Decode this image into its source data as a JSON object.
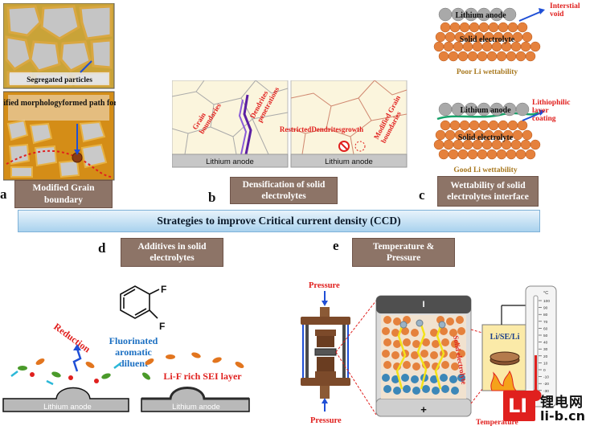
{
  "panels": {
    "a": {
      "letter": "a",
      "caption": "Modified Grain boundary",
      "top_label": "Segregated particles",
      "bottom_label": "Densified morphology formed path for Li⁺"
    },
    "b": {
      "letter": "b",
      "caption": "Densification of solid electrolytes",
      "left_labels": [
        "Grain boundaries",
        "Dendrites penetrations"
      ],
      "right_labels": [
        "Restricted Dendrites growth",
        "Modified Grain boundaries"
      ],
      "anode_label": "Lithium anode"
    },
    "c": {
      "letter": "c",
      "caption": "Wettability of solid electrolytes interface",
      "top_anode": "Lithium anode",
      "top_electrolyte": "Solid electrolyte",
      "interstitial": "Interstial void",
      "poor": "Poor Li wettability",
      "bottom_anode": "Lithium anode",
      "bottom_electrolyte": "Solid electrolyte",
      "lithiophilic": "Lithiophilic layer coating",
      "good": "Good Li wettability"
    },
    "d": {
      "letter": "d",
      "caption": "Additives in solid electrolytes",
      "atom_f1": "F",
      "atom_f2": "F",
      "reduction": "Reduction",
      "diluent": "Fluorinated aromatic diluent",
      "sei": "Li-F rich SEI layer",
      "anode_label": "Lithium anode"
    },
    "e": {
      "letter": "e",
      "caption": "Temperature & Pressure",
      "pressure_top": "Pressure",
      "pressure_bottom": "Pressure",
      "solid_electrolyte": "Solid electrolyte",
      "cell_label": "Li/SE/Li",
      "minus": "I",
      "plus": "+",
      "thermo_unit": "°C",
      "thermo_ticks": [
        "100",
        "90",
        "80",
        "70",
        "60",
        "50",
        "40",
        "30",
        "20",
        "10",
        "0",
        "-10",
        "-20",
        "-30"
      ],
      "temperature": "Temperature"
    }
  },
  "banner": "Strategies to improve Critical current density (CCD)",
  "watermark": {
    "cn": "锂电网",
    "url": "li-b.cn",
    "logo": "LI"
  },
  "colors": {
    "caption_bg": "#8d7467",
    "grain_border": "#c7962b",
    "electrolyte_orange": "#e5813c",
    "lithium_gray": "#9a9a9a",
    "red_label": "#e0201e",
    "blue_label": "#1b6fc2"
  }
}
